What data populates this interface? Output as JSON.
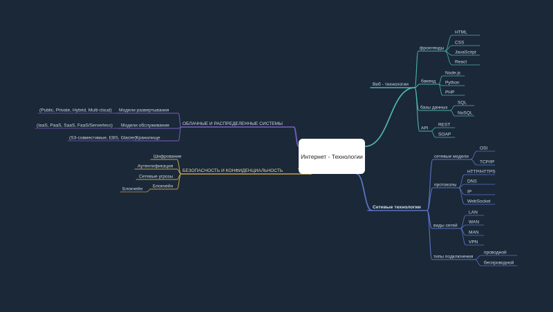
{
  "root": "Интернет - Технологии",
  "colors": {
    "background": "#1a2838",
    "web": "#4fb3a9",
    "network": "#5b74c4",
    "cloud": "#7a5fbf",
    "security": "#c9a04a"
  },
  "web": {
    "label": "Веб - технологии",
    "frontend": {
      "label": "фронтенды",
      "items": [
        "HTML",
        "CSS",
        "JavaScript",
        "React"
      ]
    },
    "backend": {
      "label": "бакенд",
      "items": [
        "Node.js",
        "Python",
        "PHP"
      ]
    },
    "db": {
      "label": "базы данных",
      "items": [
        "SQL",
        "NoSQL"
      ]
    },
    "api": {
      "label": "API",
      "items": [
        "REST",
        "SOAP"
      ]
    }
  },
  "network": {
    "label": "Сетевые технологии",
    "models": {
      "label": "сетевые модели",
      "items": [
        "OSI",
        "TCP/IP"
      ]
    },
    "protocols": {
      "label": "протоколы",
      "items": [
        "HTTP/HTTPS",
        "DNS",
        "IP",
        "WebSocket"
      ]
    },
    "types": {
      "label": "виды сетей",
      "items": [
        "LAN",
        "WAN",
        "MAN",
        "VPN"
      ]
    },
    "connections": {
      "label": "типы подключения",
      "items": [
        "проводной",
        "беспроводной"
      ]
    }
  },
  "cloud": {
    "label": "ОБЛАЧНЫЕ И РАСПРЕДЕЛЕННЫЕ СИСТЕМЫ",
    "items": [
      {
        "label": "Модели развертывания",
        "detail": "(Public, Private, Hybrid, Multi-cloud)"
      },
      {
        "label": "Модели обслуживания",
        "detail": "(IaaS, PaaS, SaaS, FaaS/Serverless)"
      },
      {
        "label": "Хранилище",
        "detail": "(S3-совместимые, EBS, Glacier)"
      }
    ]
  },
  "security": {
    "label": "БЕЗОПАСНОСТЬ И КОНФИДЕНЦИАЛЬНОСТЬ",
    "items": [
      "Шифрование",
      "Аутентификация",
      "Сетевые угрозы",
      "Блокчейн"
    ],
    "blockchain_child": "Блокчейн"
  }
}
